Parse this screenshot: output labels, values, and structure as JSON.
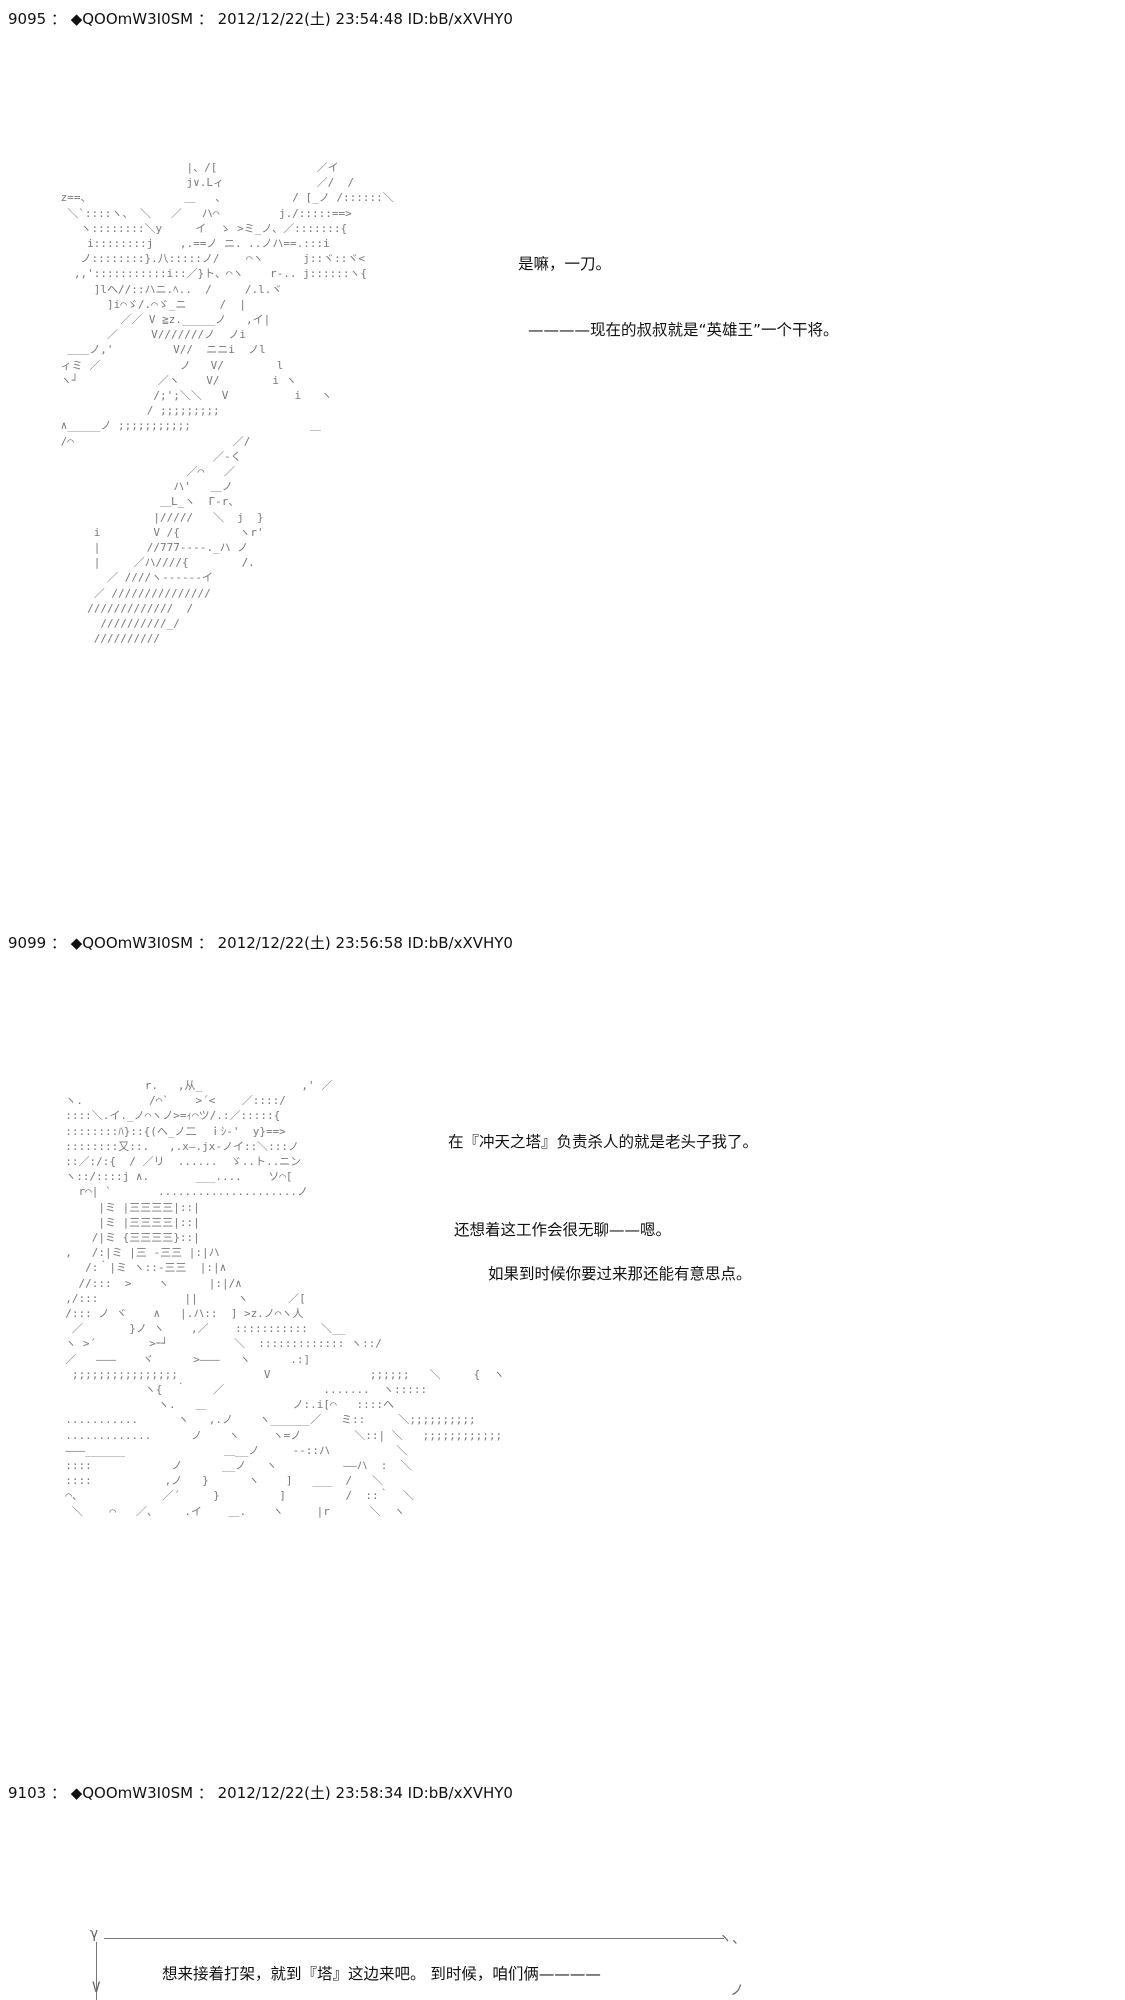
{
  "posts": [
    {
      "header": "9095 ： ◆QOOmW3I0SM ： 2012/12/22(土) 23:54:48 ID:bB/xXVHY0",
      "art": "                    |、/[               ／イ\n                    j∨.Lィ              ／/  /\n z==、              ＿   、          / [_ノ /::::::＼\n  ＼`::::ヽ、 ＼   ／   ハ⌒         j./:::::==>\n    ヽ::::::::＼y     イ  ゝ >ミ_ノ、／:::::::{\n     i::::::::j    ,.==ノ ニ. ..ノハ==.:::i\n    ノ::::::::}.八:::::ノ/    ⌒ヽ      j::ヾ::ヾ<\n   ,,':::::::::::i::／}ト、⌒ヽ    r‐.. j::::::ヽ{\n      ]lヘ//::ハニ.ﾍ..  /     /.l.ヾ\n        ]i⌒ゞ/.⌒ゞ_ニ     /  |\n          ／／ V ≧z._____ノ   ,イ|\n        ／     V///////ノ  ノi\n  ＿＿ノ,'         V//  ニニi  ノl\n ィミ ／            ノ   V/        l\n ヽ┘            ／ヽ    V/        i ヽ\n               /;';＼＼   V          i   ヽ\n              / ;;;;;;;;;\n ∧_____ノ ;;;;;;;;;;;                  ＿\n /⌒                        ／/\n                        ／‐く\n                    ／⌒   ／\n                  ハ'   ＿ノ\n                ＿L_ヽ  Г‐r、\n               |/////   ＼  j  }\n      i        V /{         ヽr'\n      |       //777‐‐‐‐._ハ ノ\n      |     ／ハ////{        /.\n        ／ ////ヽ‐‐‐‐‐‐イ\n      ／ ///////////////\n     /////////////  /\n       //////////_/\n      //////////",
      "lines": [
        "是嘛，一刀。",
        "————现在的叔叔就是“英雄王”一个干将。"
      ]
    },
    {
      "header": "9099 ： ◆QOOmW3I0SM ： 2012/12/22(土) 23:56:58 ID:bB/xXVHY0",
      "art": "              r.   ,从_               ,' ／\n  ヽ.          /⌒`    >´<    ／::::/\n  ::::＼.イ._ノ⌒ヽノ>=ｨ⌒ツ/.:／:::::{\n  ::::::::ﾊ}::{(ヘ_ノ二  ｉｼ-'  y}==>\n  ::::::::又::.   ,.x―.jx-ノイ::＼:::ノ\n  ::／:/:{  / ／リ  ......  ゞ..ト..ニン\n  ヽ::/::::j ∧.       ___....    ソ⌒[\n    r⌒| `       .....................ノ\n       |ミ |三三三三|::|\n       |ミ |三三三三|::|\n      /|ミ {三三三三}::|\n  ,   /:|ミ |三 -三三 |:|ハ\n     /:｀|ミ ヽ::-三三  |:|∧\n    //:::  >    ヽ      |:|/∧\n  ,/:::             ||      ヽ      ／[\n  /::: ノ ヾ    ∧   |.ハ::  ] >z.ノ⌒ヽ人\n   ／       }ノ ヽ    ,／    :::::::::::  ＼__\n  ヽ >´        >ｰ┘          ＼  ::::::::::::: ヽ::/\n  ／   ―――    ヾ      >―――   ヽ      .:]\n   ;;;;;;;;;;;;;;;;             V               ;;;;;;   ＼     {  ヽ\n              ヽ{  ｀    ／               .......  ヽ:::::\n                ヽ.   ＿             ノ:.i[⌒   ::::ヘ\n  ...........      ヽ   ,.ノ    ヽ______／   ミ::     ＼;;;;;;;;;;\n  .............      ノ    ヽ     ヽ=ノ        ＼::| ＼   ;;;;;;;;;;;;\n  ―――______               ＿__ノ     ‐‐::ハ          ＼\n  ::::            ノ      __ノ   ヽ          ――ハ  :  ＼\n  ::::           ,ノ   }      ヽ    ]   ___  /   ＼\n  ⌒、            ／´     }         ]         /  ::｀  ＼\n   ＼    ⌒   ／、    .イ    ＿.    ヽ     |r      ＼  ヽ",
      "lines": [
        "在『冲天之塔』负责杀人的就是老头子我了。",
        "还想着这工作会很无聊——嗯。",
        "如果到时候你要过来那还能有意思点。"
      ]
    },
    {
      "header": "9103 ： ◆QOOmW3I0SM ： 2012/12/22(土) 23:58:34 ID:bB/xXVHY0",
      "lines": [
        "想来接着打架，就到『塔』这边来吧。 到时候，咱们俩————"
      ],
      "bubble_marks": [
        "γ",
        "ヽ、",
        "V",
        "ノ"
      ]
    }
  ]
}
